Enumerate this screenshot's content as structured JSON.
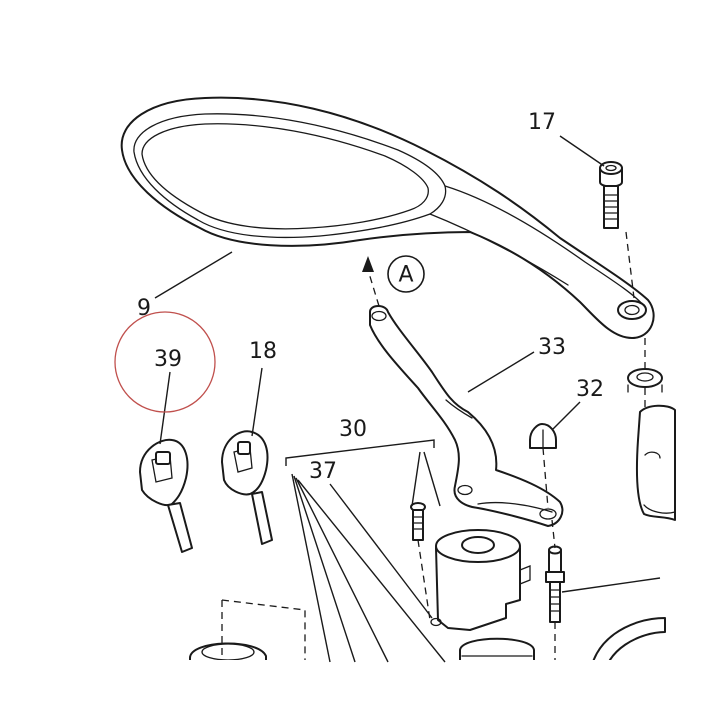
{
  "callouts": {
    "c9": "9",
    "c17": "17",
    "c18": "18",
    "c30": "30",
    "c32": "32",
    "c33": "33",
    "c37": "37",
    "c39": "39",
    "view_a": "A"
  },
  "colors": {
    "line": "#1a1a1a",
    "highlight_circle": "#c0504d",
    "background": "#ffffff"
  }
}
